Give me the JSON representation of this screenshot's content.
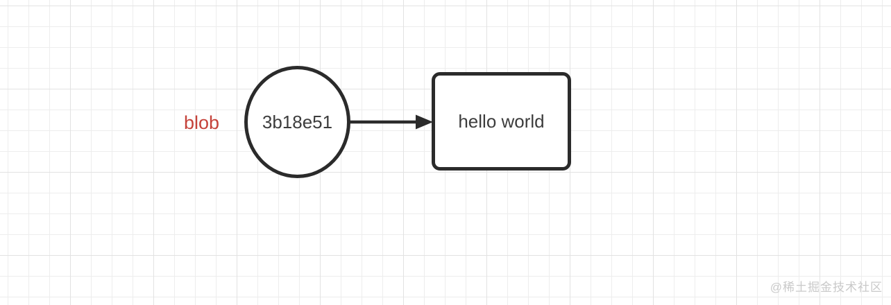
{
  "diagram": {
    "label": "blob",
    "circle_node_text": "3b18e51",
    "rect_node_text": "hello world",
    "colors": {
      "shape_stroke": "#2b2b2b",
      "node_text": "#3d3d3d",
      "blob_label_red": "#c5423a",
      "grid_minor": "#ededed",
      "grid_major": "#e2e2e2",
      "background": "#ffffff",
      "watermark_gray": "#c9c9c9"
    }
  },
  "watermark": {
    "text": "@稀土掘金技术社区"
  }
}
